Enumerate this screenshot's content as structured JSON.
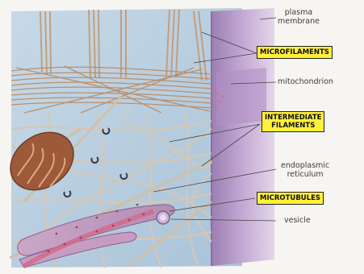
{
  "labels": {
    "plasma_membrane": [
      "plasma",
      "membrane"
    ],
    "mitochondrion": "mitochondrion",
    "endoplasmic_reticulum": [
      "endoplasmic",
      "reticulum"
    ],
    "vesicle": "vesicle"
  },
  "boxes": {
    "microfilaments": "MICROFILAMENTS",
    "intermediate_filaments": [
      "INTERMEDIATE",
      "FILAMENTS"
    ],
    "microtubules": "MICROTUBULES"
  },
  "colors": {
    "label_box": "#fff03a",
    "cytoplasm": "#b8cfe0",
    "membrane": "#b79cc8",
    "filament": "#c9a07a",
    "mitochondrion": "#a8623d"
  }
}
